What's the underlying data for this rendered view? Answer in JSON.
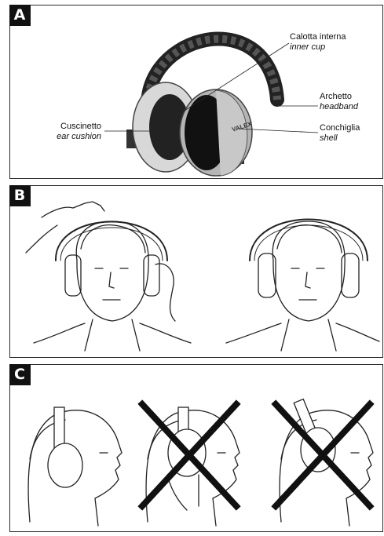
{
  "panels": {
    "a": {
      "tag": "A"
    },
    "b": {
      "tag": "B"
    },
    "c": {
      "tag": "C"
    }
  },
  "labels": {
    "inner_cup": {
      "it_label": "Calotta interna",
      "en_label": "inner cup"
    },
    "headband": {
      "it_label": "Archetto",
      "en_label": "headband"
    },
    "shell": {
      "it_label": "Conchiglia",
      "en_label": "shell"
    },
    "ear_cushion": {
      "it_label": "Cuscinetto",
      "en_label": "ear cushion"
    }
  },
  "brand_mark": "VALEX"
}
